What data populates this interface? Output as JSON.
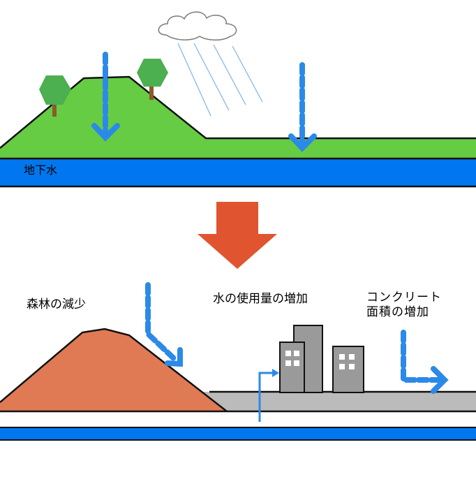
{
  "top_scene": {
    "groundwater_label": "地下水"
  },
  "bottom_scene": {
    "labels": {
      "forest_decrease": "森林の減少",
      "water_use_increase": "水の使用量の増加",
      "concrete_line1": "コンクリート",
      "concrete_line2": "面積の増加"
    }
  },
  "colors": {
    "grass": "#66cc44",
    "groundwater": "#0077ee",
    "bare_hill": "#e07a55",
    "concrete": "#bbbbbb",
    "arrow_blue": "#2b8ae8",
    "transition_arrow": "#e0552f",
    "tree": "#4caf50",
    "trunk": "#8b5a2b",
    "building": "#9a9a9a",
    "window": "#ffffff"
  },
  "icons": [
    "cloud-icon",
    "rain-icon",
    "tree-icon",
    "building-icon",
    "down-arrow-icon"
  ]
}
